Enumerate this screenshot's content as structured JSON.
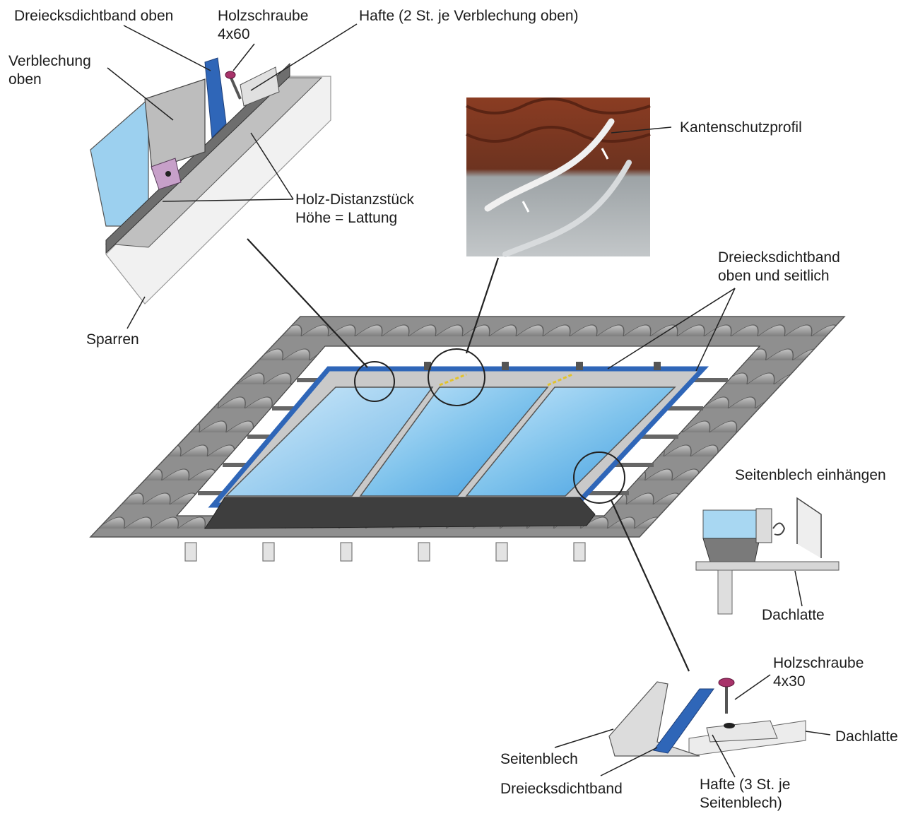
{
  "labels": {
    "dreiecksdichtband_oben": "Dreiecksdichtband oben",
    "holzschraube_4x60": [
      "Holzschraube",
      "4x60"
    ],
    "hafte_oben": "Hafte (2 St. je Verblechung oben)",
    "verblechung_oben": [
      "Verblechung",
      "oben"
    ],
    "kantenschutzprofil": "Kantenschutzprofil",
    "holz_distanzstueck": [
      "Holz-Distanzstück",
      "Höhe = Lattung"
    ],
    "sparren": "Sparren",
    "dreiecksdichtband_oben_seitlich": [
      "Dreiecksdichtband",
      "oben und seitlich"
    ],
    "seitenblech_einhaengen": "Seitenblech einhängen",
    "dachlatte_1": "Dachlatte",
    "holzschraube_4x30": [
      "Holzschraube",
      "4x30"
    ],
    "dachlatte_2": "Dachlatte",
    "seitenblech": "Seitenblech",
    "dreiecksdichtband": "Dreiecksdichtband",
    "hafte_seitenblech": [
      "Hafte (3 St. je",
      "Seitenblech)"
    ]
  },
  "colors": {
    "tile_gray": "#9a9a9a",
    "glass_blue": "#7fc3ec",
    "seal_blue": "#2f66b8",
    "metal_gray": "#b9b9b9",
    "screw_pink": "#a8336a",
    "roof_photo_brown": "#8a3c22"
  }
}
